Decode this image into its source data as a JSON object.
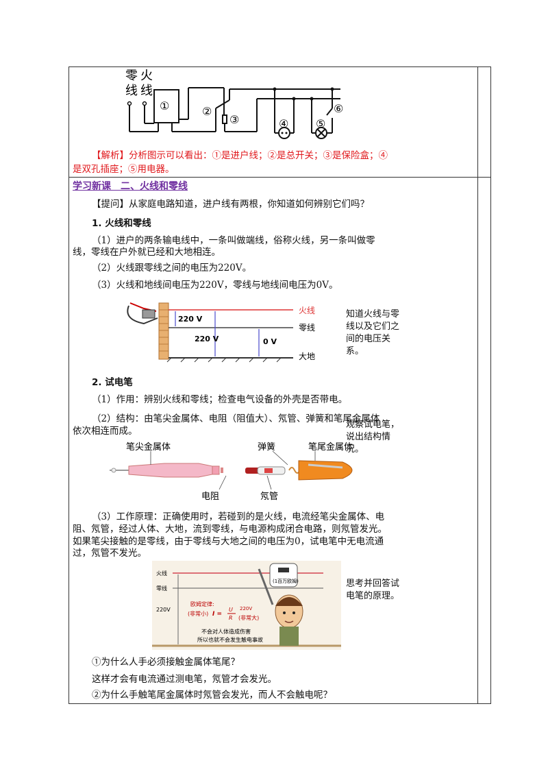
{
  "circuit": {
    "label_ling": "零",
    "label_huo": "火",
    "label_xian1": "线",
    "label_xian2": "线",
    "n1": "①",
    "n2": "②",
    "n3": "③",
    "n4": "④",
    "n5": "⑤",
    "n6": "⑥"
  },
  "analysis": {
    "text_line1": "【解析】分析图示可以看出：①是进户线；②是总开关；③是保险盒；④",
    "text_line2": "是双孔插座；⑤用电器。"
  },
  "section_title": "学习新课　二、火线和零线",
  "question": "【提问】从家庭电路知道，进户线有两根，你知道如何辨别它们吗？",
  "h1": "1. 火线和零线",
  "p1_line1": "（1）进户的两条输电线中，一条叫做端线，俗称火线，另一条叫做零",
  "p1_line2": "线，零线在户外就已经和大地相连。",
  "p2": "（2）火线跟零线之间的电压为220V。",
  "p3": "（3）火线和地线间电压为220V，零线与地线间电压为0V。",
  "voltage_fig": {
    "live": "火线",
    "neutral": "零线",
    "earth": "大地",
    "v_live_neutral": "220 V",
    "v_live_earth": "220 V",
    "v_neutral_earth": "0 V"
  },
  "h2": "2. 试电笔",
  "p4": "（1）作用：辨别火线和零线；检查电气设备的外壳是否带电。",
  "p5_line1": "（2）结构：由笔尖金属体、电阻（阻值大）、氖管、弹簧和笔尾金属体",
  "p5_line2": "依次相连而成。",
  "pen_fig": {
    "tip": "笔尖金属体",
    "spring": "弹簧",
    "tail": "笔尾金属体",
    "resistor": "电阻",
    "neon": "氖管"
  },
  "p6_line1": "（3）工作原理：正确使用时，若碰到的是火线，电流经笔尖金属体、电",
  "p6_line2": "阻、氖管，经过人体、大地，流到零线，与电源构成闭合电路，则氖管发光。",
  "p6_line3": "如果笔尖接触的是零线，由于零线与大地之间的电压为0，试电笔中无电流通",
  "p6_line4": "过，氖管不发光。",
  "cartoon": {
    "live": "火线",
    "neutral": "零线",
    "v": "220V",
    "meter": "(1百万欧姆)",
    "ohm_title": "欧姆定律:",
    "small": "(非常小)",
    "formula_i": "I =",
    "u": "U",
    "r": "R",
    "v220": "220V",
    "large": "(非常大)",
    "safe1": "不会对人体造成伤害",
    "safe2": "所以也就不会发生触电事故"
  },
  "q1": "①为什么人手必须接触金属体笔尾？",
  "a1": "这样才会有电流通过测电笔，氖管才会发光。",
  "q2": "②为什么手触笔尾金属体时氖管会发光，而人不会触电呢？",
  "notes": {
    "n1_l1": "知道火线与零",
    "n1_l2": "线以及它们之",
    "n1_l3": "间的电压关",
    "n1_l4": "系。",
    "n2_l1": "观察试电笔，",
    "n2_l2": "说出结构情",
    "n2_l3": "况。",
    "n3_l1": "思考并回答试",
    "n3_l2": "电笔的原理。"
  }
}
